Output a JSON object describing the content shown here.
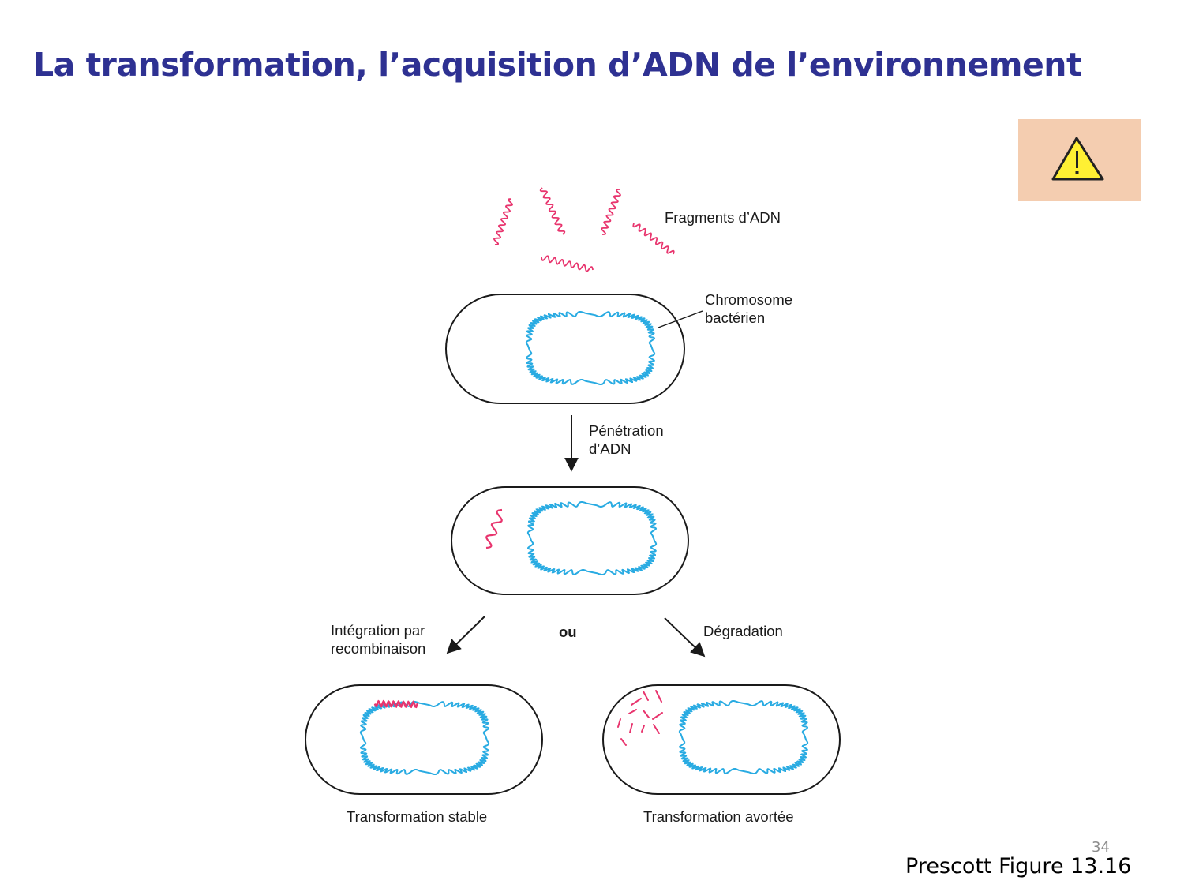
{
  "slide": {
    "title": "La transformation, l’acquisition d’ADN de l’environnement",
    "page_number": "34",
    "source": "Prescott Figure 13.16"
  },
  "colors": {
    "title": "#2e3192",
    "chromosome": "#29abe2",
    "foreign_dna": "#e8356e",
    "outline": "#1a1a1a",
    "warning_bg": "#f4cdb0",
    "warning_fill": "#fff033"
  },
  "icons": {
    "warning": "warning-triangle-icon"
  },
  "diagram": {
    "labels": {
      "fragments": "Fragments d’ADN",
      "chromosome_1": "Chromosome",
      "chromosome_2": "bactérien",
      "penetration_1": "Pénétration",
      "penetration_2": "d’ADN",
      "integration_1": "Intégration par",
      "integration_2": "recombinaison",
      "or": "ou",
      "degradation": "Dégradation",
      "stable": "Transformation stable",
      "aborted": "Transformation avortée"
    }
  }
}
